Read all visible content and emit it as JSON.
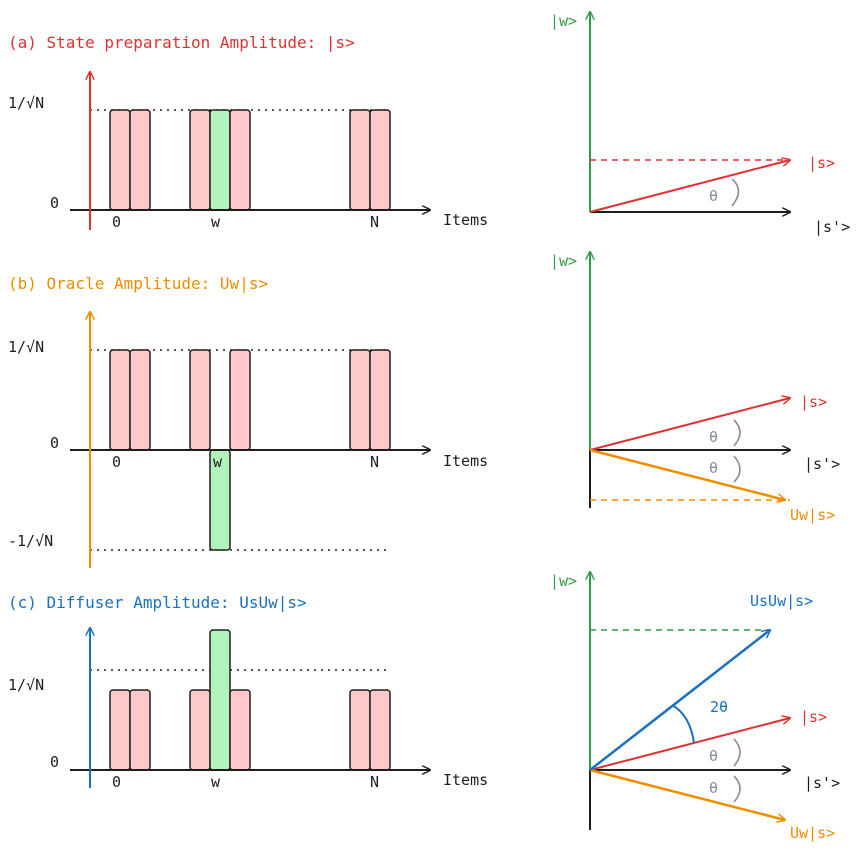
{
  "colors": {
    "red": "#e03131",
    "orange": "#f08c00",
    "blue": "#1971c2",
    "green": "#2f9e44",
    "ink": "#1e1e1e",
    "gray": "#868e96",
    "bar_pink": "#ffc9c9",
    "bar_green": "#b2f2bb"
  },
  "panels": [
    {
      "title": "(a) State preparation Amplitude: |s>",
      "y_top_label": "1/√N",
      "y_zero_label": "0",
      "x_labels": [
        "0",
        "w",
        "N"
      ],
      "axis_label": "Items"
    },
    {
      "title": "(b) Oracle Amplitude: Uw|s>",
      "y_top_label": "1/√N",
      "y_zero_label": "0",
      "y_neg_label": "-1/√N",
      "x_labels": [
        "0",
        "w",
        "N"
      ],
      "axis_label": "Items"
    },
    {
      "title": "(c) Diffuser Amplitude: UsUw|s>",
      "y_top_label": "1/√N",
      "y_zero_label": "0",
      "x_labels": [
        "0",
        "w",
        "N"
      ],
      "axis_label": "Items"
    }
  ],
  "geometry": [
    {
      "w_label": "|w>",
      "s_label": "|s>",
      "sprime_label": "|s'>",
      "theta_label": "θ"
    },
    {
      "w_label": "|w>",
      "s_label": "|s>",
      "sprime_label": "|s'>",
      "uws_label": "Uw|s>",
      "theta_label": "θ"
    },
    {
      "w_label": "|w>",
      "s_label": "|s>",
      "sprime_label": "|s'>",
      "uws_label": "Uw|s>",
      "usuws_label": "UsUw|s>",
      "theta_label": "θ",
      "two_theta_label": "2θ"
    }
  ]
}
